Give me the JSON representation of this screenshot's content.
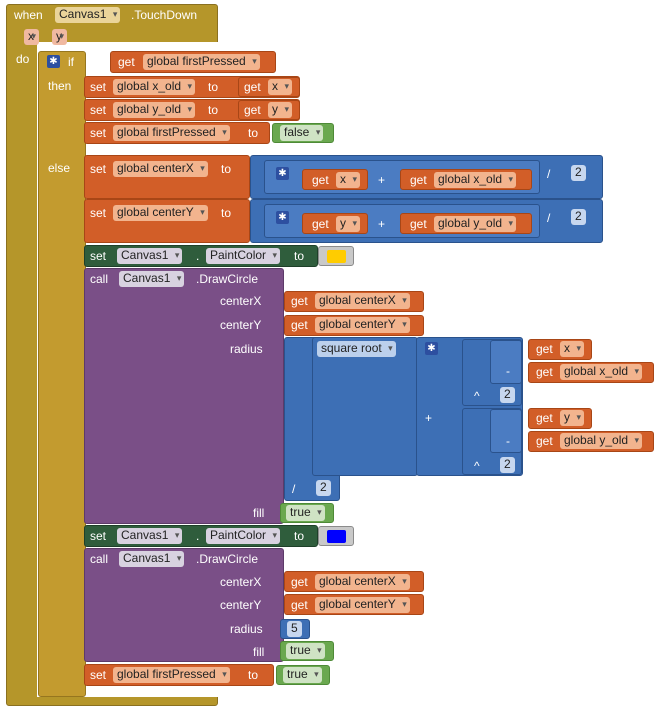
{
  "event": {
    "when": "when",
    "component": "Canvas1",
    "event_name": ".TouchDown",
    "param_x": "x",
    "param_y": "y",
    "do": "do"
  },
  "kw": {
    "if": "if",
    "then": "then",
    "else": "else",
    "set": "set",
    "get": "get",
    "to": "to",
    "call": "call",
    "dot": "."
  },
  "vars": {
    "first_pressed": "global firstPressed",
    "x_old": "global x_old",
    "y_old": "global y_old",
    "center_x": "global centerX",
    "center_y": "global centerY",
    "x": "x",
    "y": "y"
  },
  "values": {
    "false": "false",
    "true": "true",
    "two": "2",
    "five": "5"
  },
  "ops": {
    "plus": "+",
    "minus": "-",
    "divide": "/",
    "power": "^",
    "sqrt": "square root"
  },
  "canvas": {
    "component": "Canvas1",
    "property": "PaintColor",
    "method": ".DrawCircle",
    "arg_centerx": "centerX",
    "arg_centery": "centerY",
    "arg_radius": "radius",
    "arg_fill": "fill"
  },
  "colors": {
    "paint_color_1": "#ffcc00",
    "paint_color_2": "#0000ff"
  }
}
